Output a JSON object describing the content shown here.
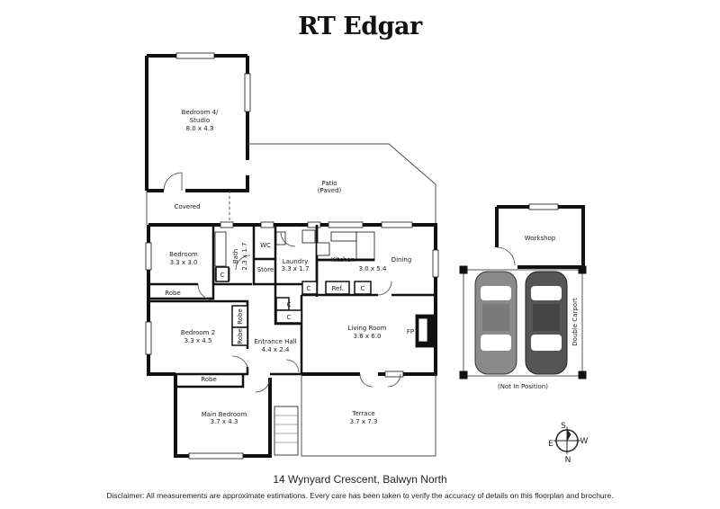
{
  "brand": "RT Edgar",
  "rooms": {
    "bedroom4": {
      "name": "Bedroom 4/",
      "name2": "Studio",
      "dims": "8.0 x 4.3"
    },
    "patio": {
      "name": "Patio",
      "note": "(Paved)"
    },
    "covered": "Covered",
    "bedroom": {
      "name": "Bedroom",
      "dims": "3.3 x 3.0"
    },
    "bath": {
      "name": "Bath",
      "dims": "2.3 x 1.7"
    },
    "wc": "WC",
    "store": "Store",
    "laundry": {
      "name": "Laundry",
      "dims": "3.3 x 1.7"
    },
    "kitchen": "Kitchen",
    "dining": "Dining",
    "kitchen_dining_dims": "3.0 x 5.4",
    "ref": "Ref.",
    "cupboard": "C",
    "robe": "Robe",
    "bedroom2": {
      "name": "Bedroom 2",
      "dims": "3.3 x 4.5"
    },
    "entrance_hall": {
      "name": "Entrance Hall",
      "dims": "4.4 x 2.4"
    },
    "living_room": {
      "name": "Living Room",
      "dims": "3.6 x 6.0"
    },
    "fp": "FP",
    "main_bedroom": {
      "name": "Main Bedroom",
      "dims": "3.7 x 4.3"
    },
    "terrace": {
      "name": "Terrace",
      "dims": "3.7 x 7.3"
    },
    "workshop": "Workshop",
    "double_carport": "Double Carport",
    "not_in_position": "(Not In Position)"
  },
  "compass": {
    "s": "S",
    "w": "W",
    "n": "N",
    "e": "E"
  },
  "address": "14 Wynyard Crescent, Balwyn North",
  "disclaimer": "Disclaimer: All measurements are approximate estimations. Every care has been taken to verify the accuracy of details on this floorplan and brochure.",
  "colors": {
    "wall": "#111111",
    "car_light": "#8a8a8a",
    "car_dark": "#555555"
  }
}
